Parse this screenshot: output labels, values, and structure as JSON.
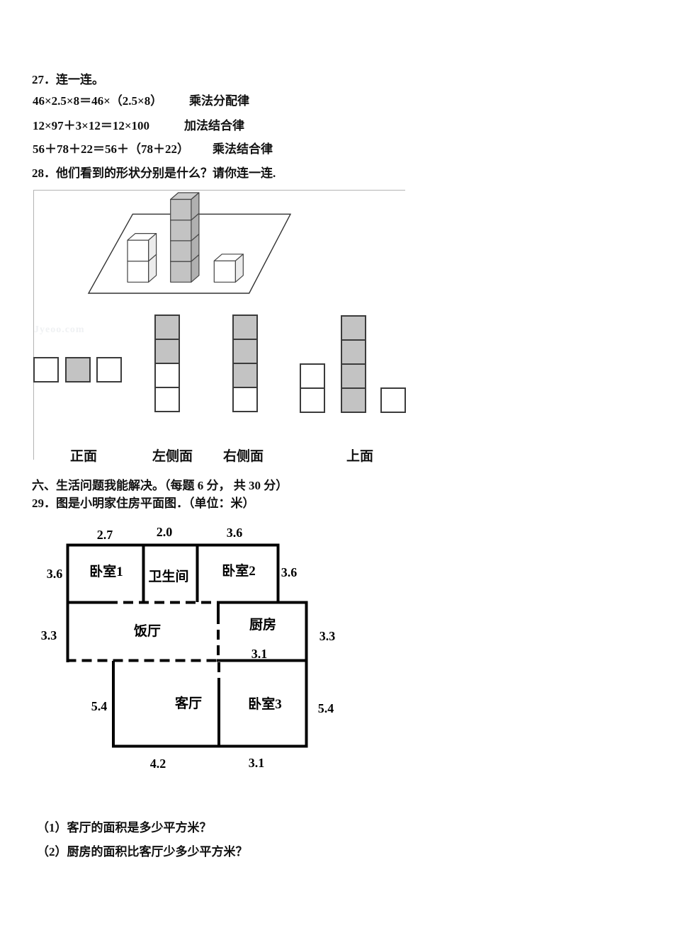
{
  "q27": {
    "title": "27．连一连。",
    "pairs": [
      {
        "equation": "46×2.5×8＝46×（2.5×8）",
        "law": "乘法分配律"
      },
      {
        "equation": "12×97＋3×12＝12×100",
        "law": "加法结合律"
      },
      {
        "equation": "56＋78＋22＝56＋（78＋22）",
        "law": "乘法结合律"
      }
    ]
  },
  "q28": {
    "title": "28．他们看到的形状分别是什么？请你连一连.",
    "watermark": "Jyeoo.com",
    "solid_figure": {
      "stacks": [
        {
          "name": "left-stack",
          "count": 2,
          "color": "white"
        },
        {
          "name": "middle-stack",
          "count": 4,
          "color": "gray"
        },
        {
          "name": "right-stack",
          "count": 1,
          "color": "white"
        }
      ]
    },
    "views": [
      {
        "label": "正面",
        "columns": [
          [
            "white"
          ],
          [
            "gray"
          ],
          [
            "white"
          ]
        ]
      },
      {
        "label": "左侧面",
        "columns": [
          [
            "gray",
            "gray",
            "white",
            "white"
          ]
        ]
      },
      {
        "label": "右侧面",
        "columns": [
          [
            "gray",
            "gray",
            "gray",
            "white"
          ]
        ]
      },
      {
        "label": "上面",
        "columns": [
          [
            "white",
            "white"
          ],
          [
            "gray",
            "gray",
            "gray",
            "gray"
          ],
          [
            "white"
          ]
        ]
      }
    ]
  },
  "section6": {
    "title": "六、生活问题我能解决。（每题 6 分， 共 30 分）"
  },
  "q29": {
    "title": "29．图是小明家住房平面图．（单位：米）",
    "rooms": [
      {
        "name": "卧室1"
      },
      {
        "name": "卫生间"
      },
      {
        "name": "卧室2"
      },
      {
        "name": "饭厅"
      },
      {
        "name": "厨房"
      },
      {
        "name": "客厅"
      },
      {
        "name": "卧室3"
      }
    ],
    "dims": {
      "w_bed1": "2.7",
      "w_bath": "2.0",
      "w_bed2": "3.6",
      "h_top_left": "3.6",
      "h_top_right": "3.6",
      "h_mid_left": "3.3",
      "h_mid_right": "3.3",
      "w_kitchen": "3.1",
      "h_bottom_left": "5.4",
      "h_bottom_right": "5.4",
      "w_living": "4.2",
      "w_bed3": "3.1"
    },
    "questions": [
      "（1）客厅的面积是多少平方米？",
      "（2）厨房的面积比客厅少多少平方米？"
    ]
  },
  "colors": {
    "cube_gray": "#c3c3c3",
    "cell_border": "#3b3b3b",
    "wall": "#000000"
  }
}
